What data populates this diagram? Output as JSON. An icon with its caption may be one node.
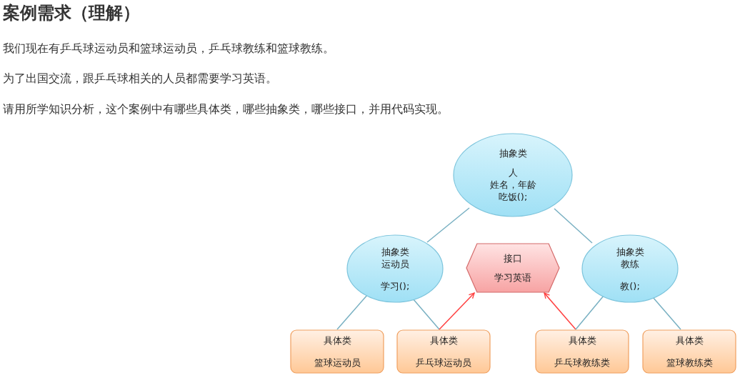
{
  "diagram": {
    "title": "案例需求（理解）",
    "nodes": [
      {
        "text": [
          "抽象类",
          "人",
          "姓名，年龄",
          "吃饭();"
        ]
      },
      {
        "text": [
          "抽象类",
          "运动员",
          "学习();"
        ]
      },
      {
        "text": [
          "接口",
          "学习英语"
        ]
      },
      {
        "text": [
          "抽象类",
          "教练",
          "教();"
        ]
      },
      {
        "text": [
          "具体类",
          "篮球运动员"
        ]
      },
      {
        "text": [
          "具体类",
          "乒乓球运动员"
        ]
      },
      {
        "text": [
          "具体类",
          "乒乓球教练类"
        ]
      },
      {
        "text": [
          "具体类",
          "篮球教练类"
        ]
      }
    ],
    "edges": [
      {
        "from": 0,
        "to": 1,
        "arrow": "none"
      },
      {
        "from": 0,
        "to": 3,
        "arrow": "none"
      },
      {
        "from": 1,
        "to": 4,
        "arrow": "none"
      },
      {
        "from": 1,
        "to": 5,
        "arrow": "none"
      },
      {
        "from": 5,
        "to": 2,
        "arrow": "to",
        "color": "#ff4040"
      },
      {
        "from": 6,
        "to": 2,
        "arrow": "to",
        "color": "#ff4040"
      },
      {
        "from": 3,
        "to": 6,
        "arrow": "none"
      },
      {
        "from": 3,
        "to": 7,
        "arrow": "none"
      }
    ],
    "labels": [
      "我们现在有乒乓球运动员和篮球运动员，乒乓球教练和篮球教练。",
      "为了出国交流，跟乒乓球相关的人员都需要学习英语。",
      "请用所学知识分析，这个案例中有哪些具体类，哪些抽象类，哪些接口，并用代码实现。"
    ]
  }
}
